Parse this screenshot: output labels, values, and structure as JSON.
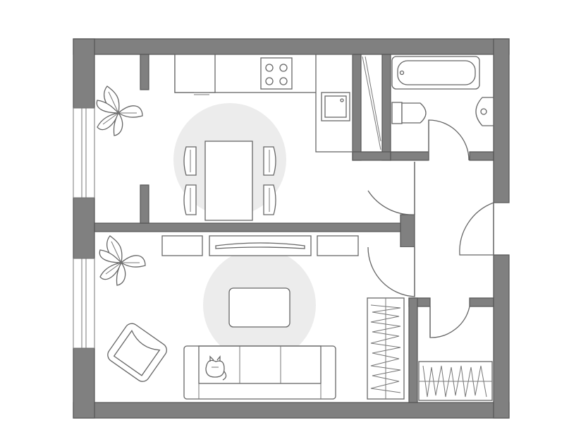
{
  "plan": {
    "rooms": [
      {
        "id": "kitchen-living"
      },
      {
        "id": "living-room"
      },
      {
        "id": "hallway"
      },
      {
        "id": "bathroom"
      },
      {
        "id": "wardrobe"
      }
    ],
    "furniture": [
      "kitchen-counter",
      "stove",
      "sink",
      "fridge",
      "dining-table",
      "dining-chairs",
      "bathtub",
      "toilet",
      "washbasin",
      "tv-console",
      "sofa",
      "armchair",
      "coffee-table",
      "plant",
      "cat",
      "shoe-rack",
      "clothes-rack"
    ],
    "colors": {
      "wall": "#808080",
      "rug": "#ececec",
      "line": "#666666"
    }
  }
}
